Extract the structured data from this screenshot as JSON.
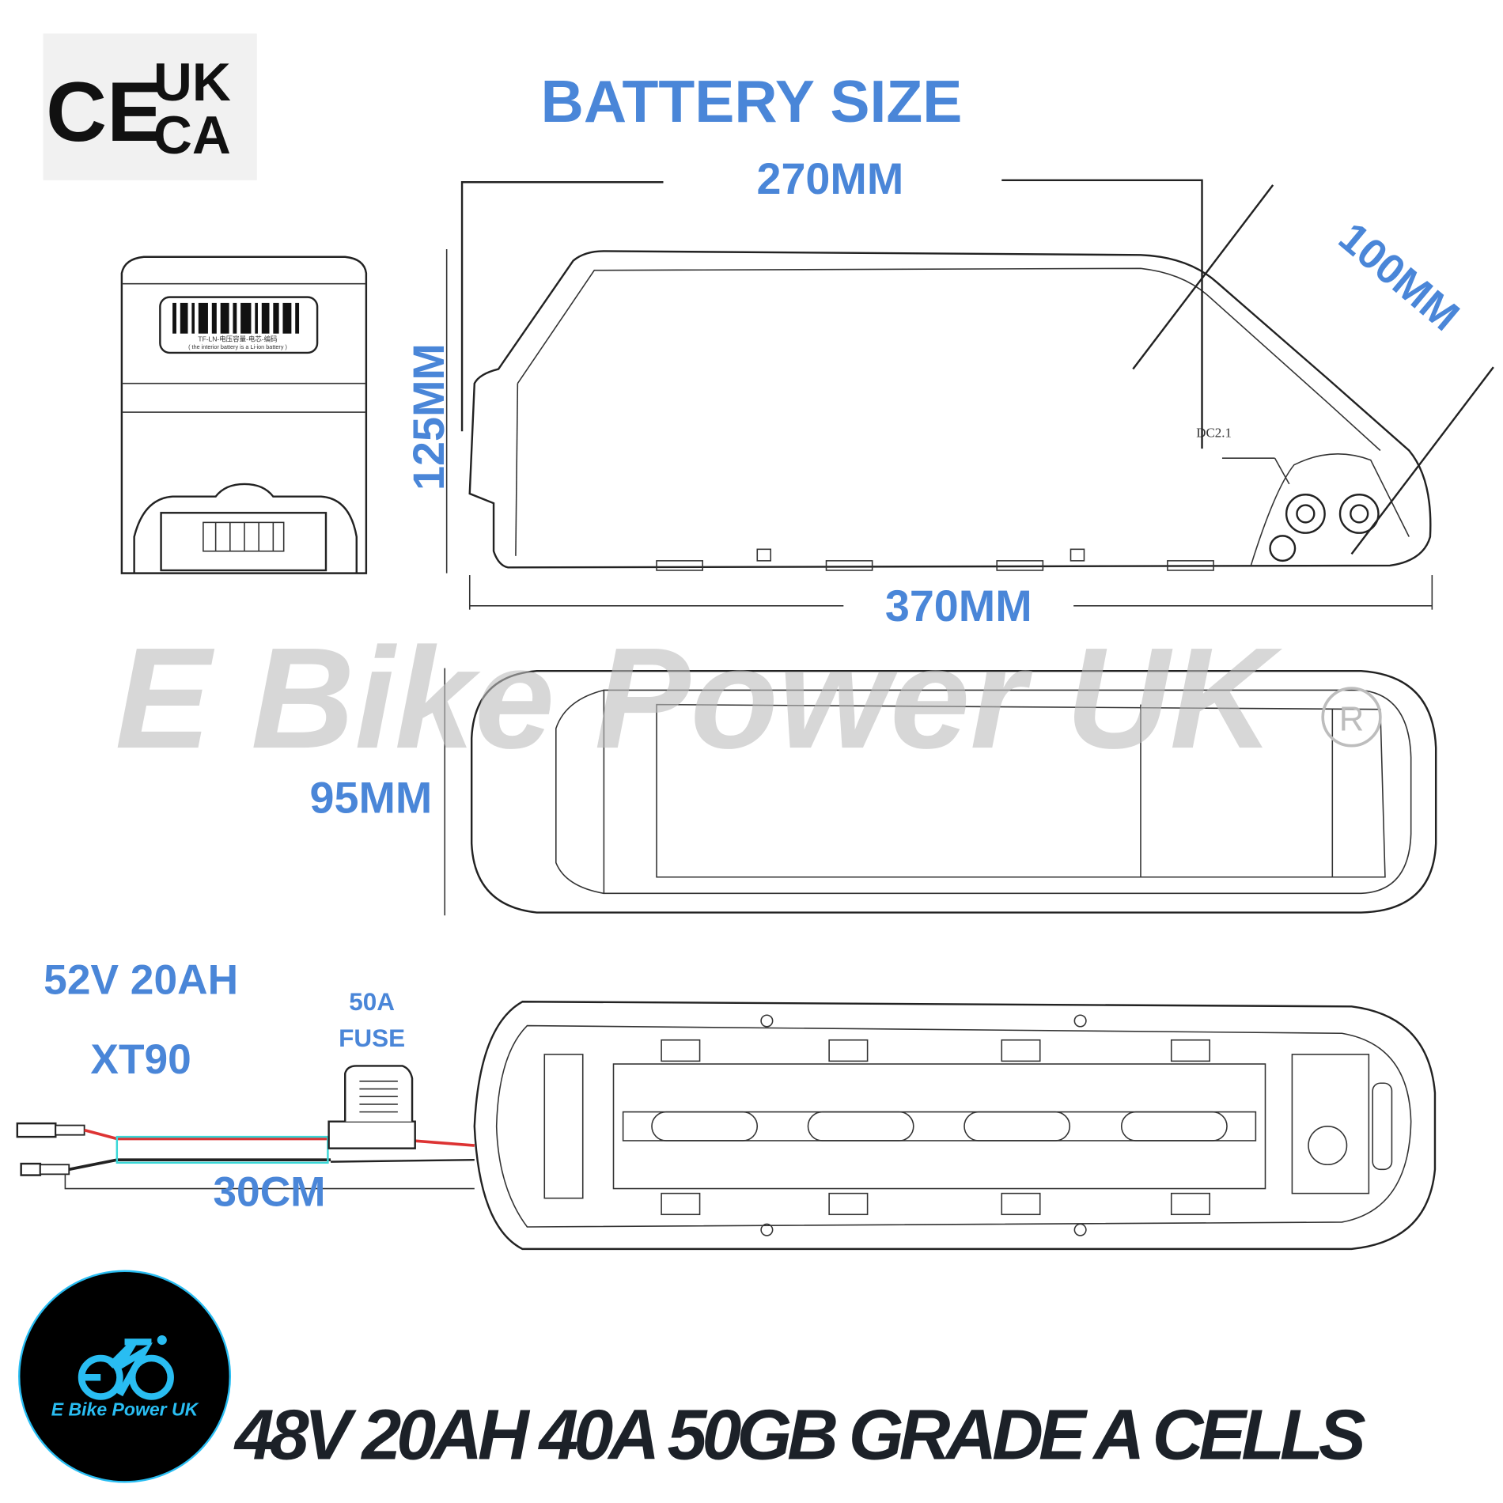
{
  "title": "BATTERY SIZE",
  "certification": {
    "ce": "CE",
    "ukca_top": "UK",
    "ukca_bottom": "CA"
  },
  "dimensions": {
    "top_length": "270MM",
    "diagonal": "100MM",
    "height": "125MM",
    "total_length": "370MM",
    "width": "95MM",
    "cable_length": "30CM"
  },
  "labels": {
    "voltage_capacity": "52V 20AH",
    "connector": "XT90",
    "fuse_rating": "50A",
    "fuse_label": "FUSE",
    "dc_port": "DC2.1",
    "barcode_line1": "TF-LN-电压容量-电芯-编码",
    "barcode_line2": "( the interior battery is a Li-ion battery )"
  },
  "watermark": "E Bike Power UK",
  "brand_logo_text": "E Bike Power UK",
  "spec_banner": "48V 20AH 40A 50GB GRADE A CELLS",
  "colors": {
    "accent": "#4a86d8",
    "logo_blue": "#29bdf2",
    "logo_bg": "#000000",
    "banner": "#1c2128"
  }
}
